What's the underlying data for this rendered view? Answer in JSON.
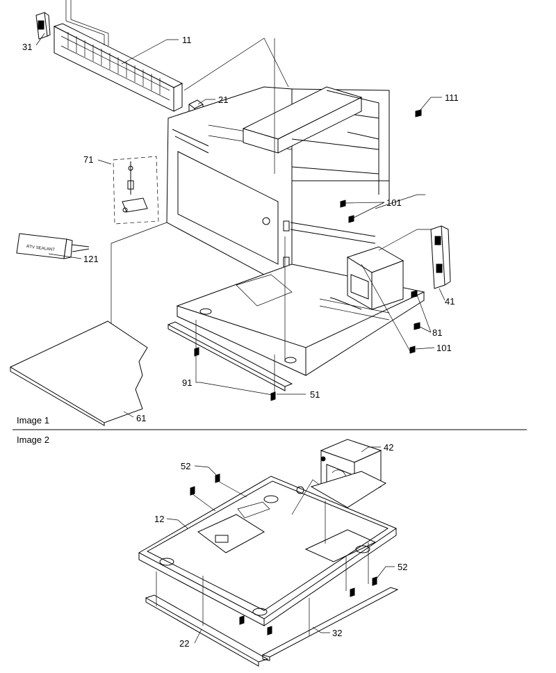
{
  "sections": {
    "image1_label": "Image 1",
    "image2_label": "Image 2"
  },
  "tube_label": "RTV SEALANT",
  "callouts_image1": [
    "11",
    "21",
    "31",
    "41",
    "51",
    "61",
    "71",
    "81",
    "91",
    "101",
    "101",
    "111",
    "121"
  ],
  "callouts_image2": [
    "12",
    "22",
    "32",
    "42",
    "52",
    "52"
  ]
}
